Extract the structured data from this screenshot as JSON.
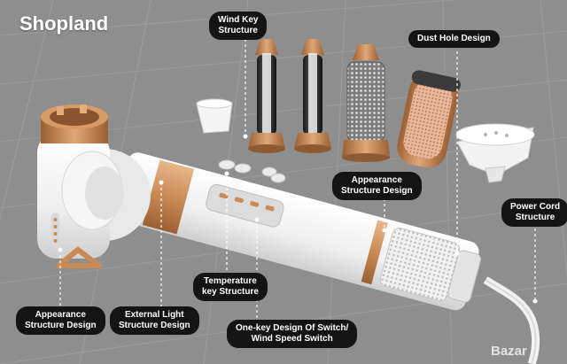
{
  "brand": "Shopland",
  "watermark": "Bazar",
  "labels": {
    "wind_key_structure": [
      "Wind Key",
      "Structure"
    ],
    "dust_hole_design": "Dust Hole Design",
    "appearance_structure_top": [
      "Appearance",
      "Structure Design"
    ],
    "power_cord_structure": [
      "Power Cord",
      "Structure"
    ],
    "temperature_key_structure": [
      "Temperature",
      "key Structure"
    ],
    "appearance_structure_bottom": [
      "Appearance",
      "Structure Design"
    ],
    "external_light_structure": [
      "External Light",
      "Structure Design"
    ],
    "one_key_switch": [
      "One-key Design Of Switch/",
      "Wind Speed Switch"
    ]
  },
  "colors": {
    "background": "#8e8e8e",
    "grid": "#a3a3a3",
    "label_bg": "#141414",
    "label_text": "#ffffff",
    "leader": "#ffffff",
    "copper": "#c98a55",
    "body_white": "#f4f4f4"
  }
}
